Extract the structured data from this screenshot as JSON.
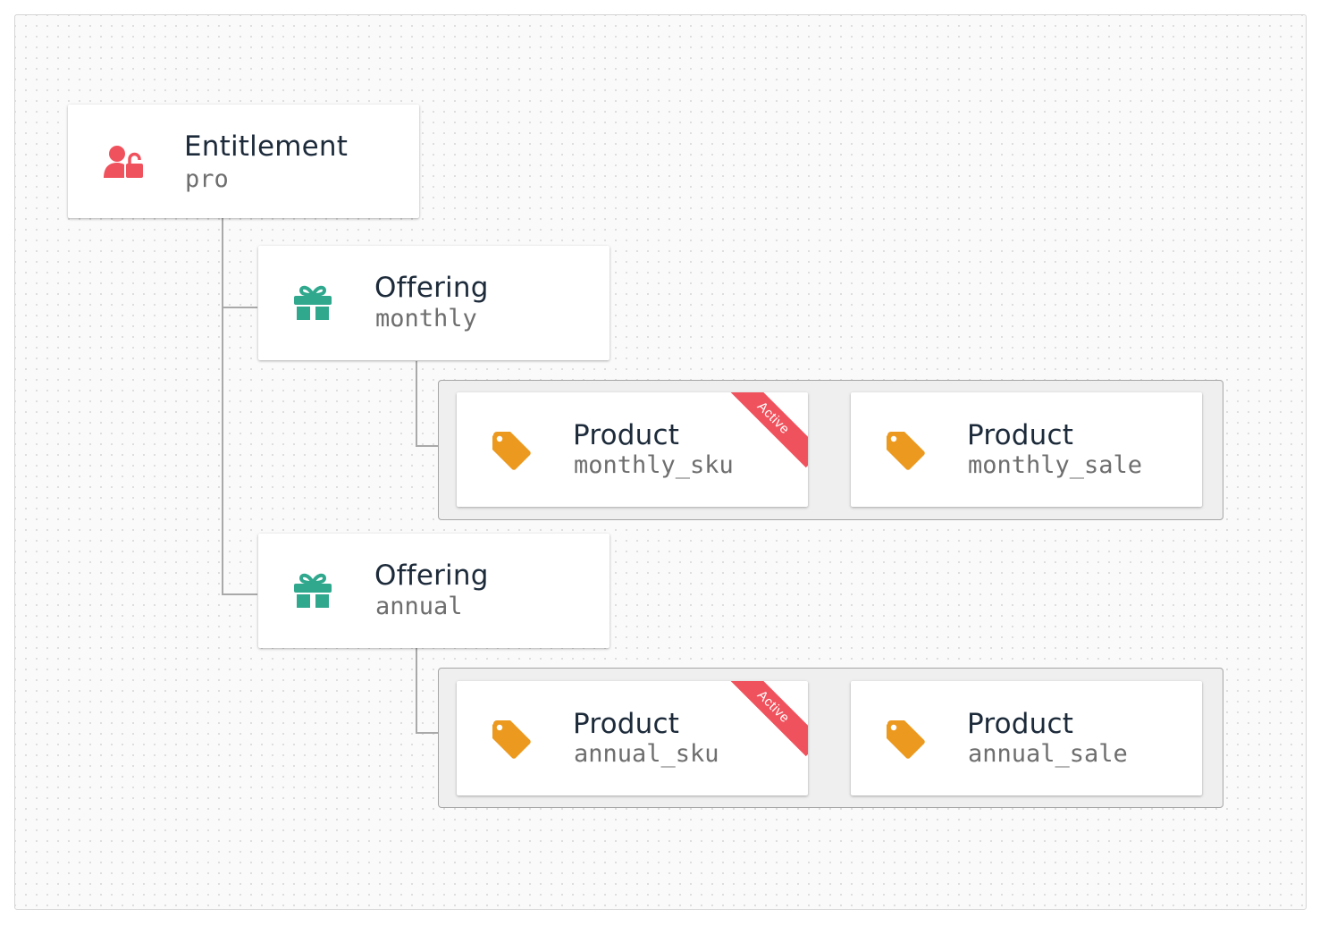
{
  "entitlement": {
    "kind": "Entitlement",
    "identifier": "pro",
    "icon": "user-unlock-icon",
    "color": "#f0525d"
  },
  "offerings": [
    {
      "kind": "Offering",
      "identifier": "monthly",
      "icon": "gift-icon",
      "color": "#2fa88d",
      "products": [
        {
          "kind": "Product",
          "identifier": "monthly_sku",
          "active_label": "Active",
          "icon": "tag-icon"
        },
        {
          "kind": "Product",
          "identifier": "monthly_sale",
          "icon": "tag-icon"
        }
      ]
    },
    {
      "kind": "Offering",
      "identifier": "annual",
      "icon": "gift-icon",
      "color": "#2fa88d",
      "products": [
        {
          "kind": "Product",
          "identifier": "annual_sku",
          "active_label": "Active",
          "icon": "tag-icon"
        },
        {
          "kind": "Product",
          "identifier": "annual_sale",
          "icon": "tag-icon"
        }
      ]
    }
  ],
  "colors": {
    "product_icon": "#ec9a1f",
    "ribbon": "#f0525d",
    "connector": "#a9a9a9"
  }
}
